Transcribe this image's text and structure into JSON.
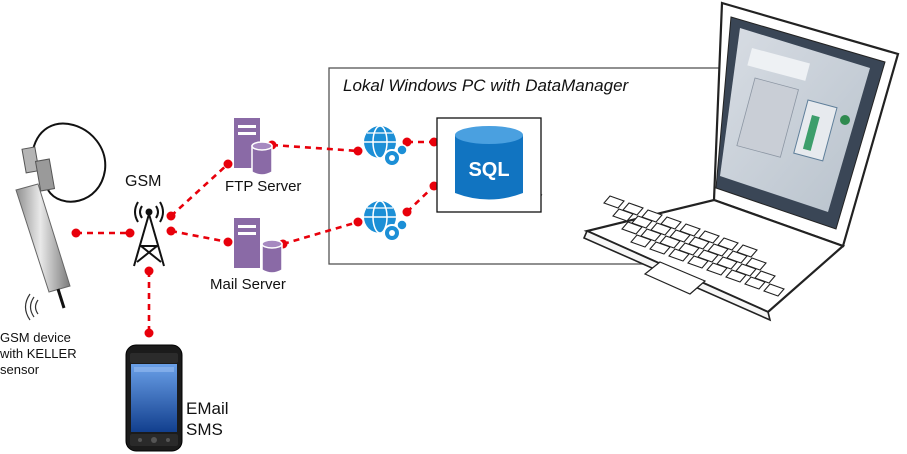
{
  "labels": {
    "gsm": "GSM",
    "ftp_server": "FTP Server",
    "mail_server": "Mail Server",
    "device_line1": "GSM device",
    "device_line2": "with KELLER",
    "device_line3": "sensor",
    "email": "EMail",
    "sms": "SMS",
    "pc_box_title": "Lokal Windows PC with DataManager",
    "sql": "SQL"
  },
  "colors": {
    "connector": "#e8000b",
    "server": "#8a6aa6",
    "service": "#1c8fd6",
    "sql": "#1174c1",
    "box_border": "#555555"
  },
  "icons": {
    "sensor": "pressure-sensor-icon",
    "tower": "gsm-tower-icon",
    "phone": "smartphone-icon",
    "ftp": "ftp-server-icon",
    "mail": "mail-server-icon",
    "service_top": "web-service-icon",
    "service_bottom": "web-service-icon",
    "database": "sql-database-icon",
    "laptop": "laptop-icon"
  }
}
